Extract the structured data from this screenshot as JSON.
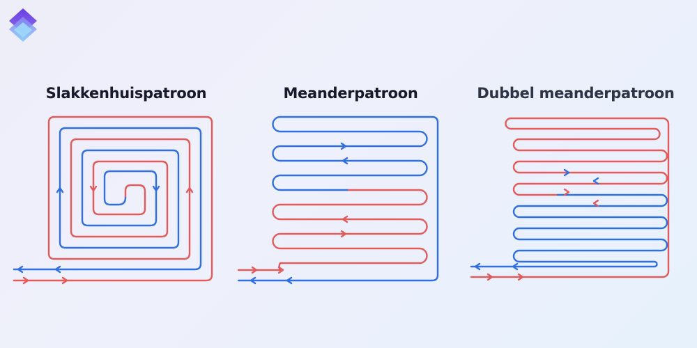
{
  "brand": {
    "logo_icon": "diamond-logo-icon"
  },
  "colors": {
    "supply": "#e25a5a",
    "return": "#2f6fe0",
    "title": "#161a2a"
  },
  "patterns": [
    {
      "title": "Slakkenhuispatroon"
    },
    {
      "title": "Meanderpatroon"
    },
    {
      "title": "Dubbel meanderpatroon"
    }
  ]
}
